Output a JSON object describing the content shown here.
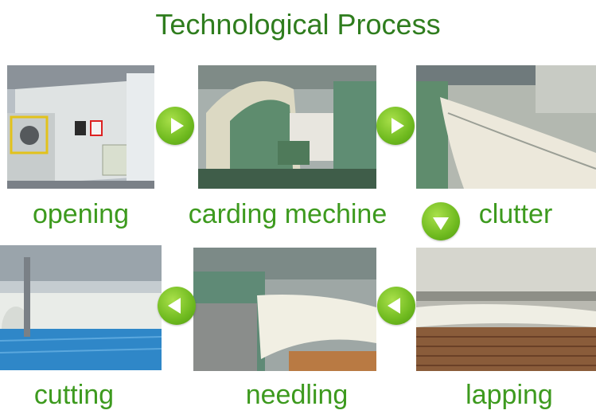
{
  "title": "Technological Process",
  "colors": {
    "title": "#2f7d1e",
    "label": "#3d9a1e",
    "arrow": "#6fba1f"
  },
  "steps": [
    {
      "label": "opening",
      "image": "opening machine photo"
    },
    {
      "label": "carding mechine",
      "image": "carding machine photo"
    },
    {
      "label": "clutter",
      "image": "clutter conveyor photo"
    },
    {
      "label": "lapping",
      "image": "lapping machine photo"
    },
    {
      "label": "needling",
      "image": "needling machine photo"
    },
    {
      "label": "cutting",
      "image": "cutting machine photo"
    }
  ],
  "arrows": [
    {
      "direction": "right",
      "icon": "arrow-right-icon"
    },
    {
      "direction": "right",
      "icon": "arrow-right-icon"
    },
    {
      "direction": "down",
      "icon": "arrow-down-icon"
    },
    {
      "direction": "left",
      "icon": "arrow-left-icon"
    },
    {
      "direction": "left",
      "icon": "arrow-left-icon"
    }
  ]
}
